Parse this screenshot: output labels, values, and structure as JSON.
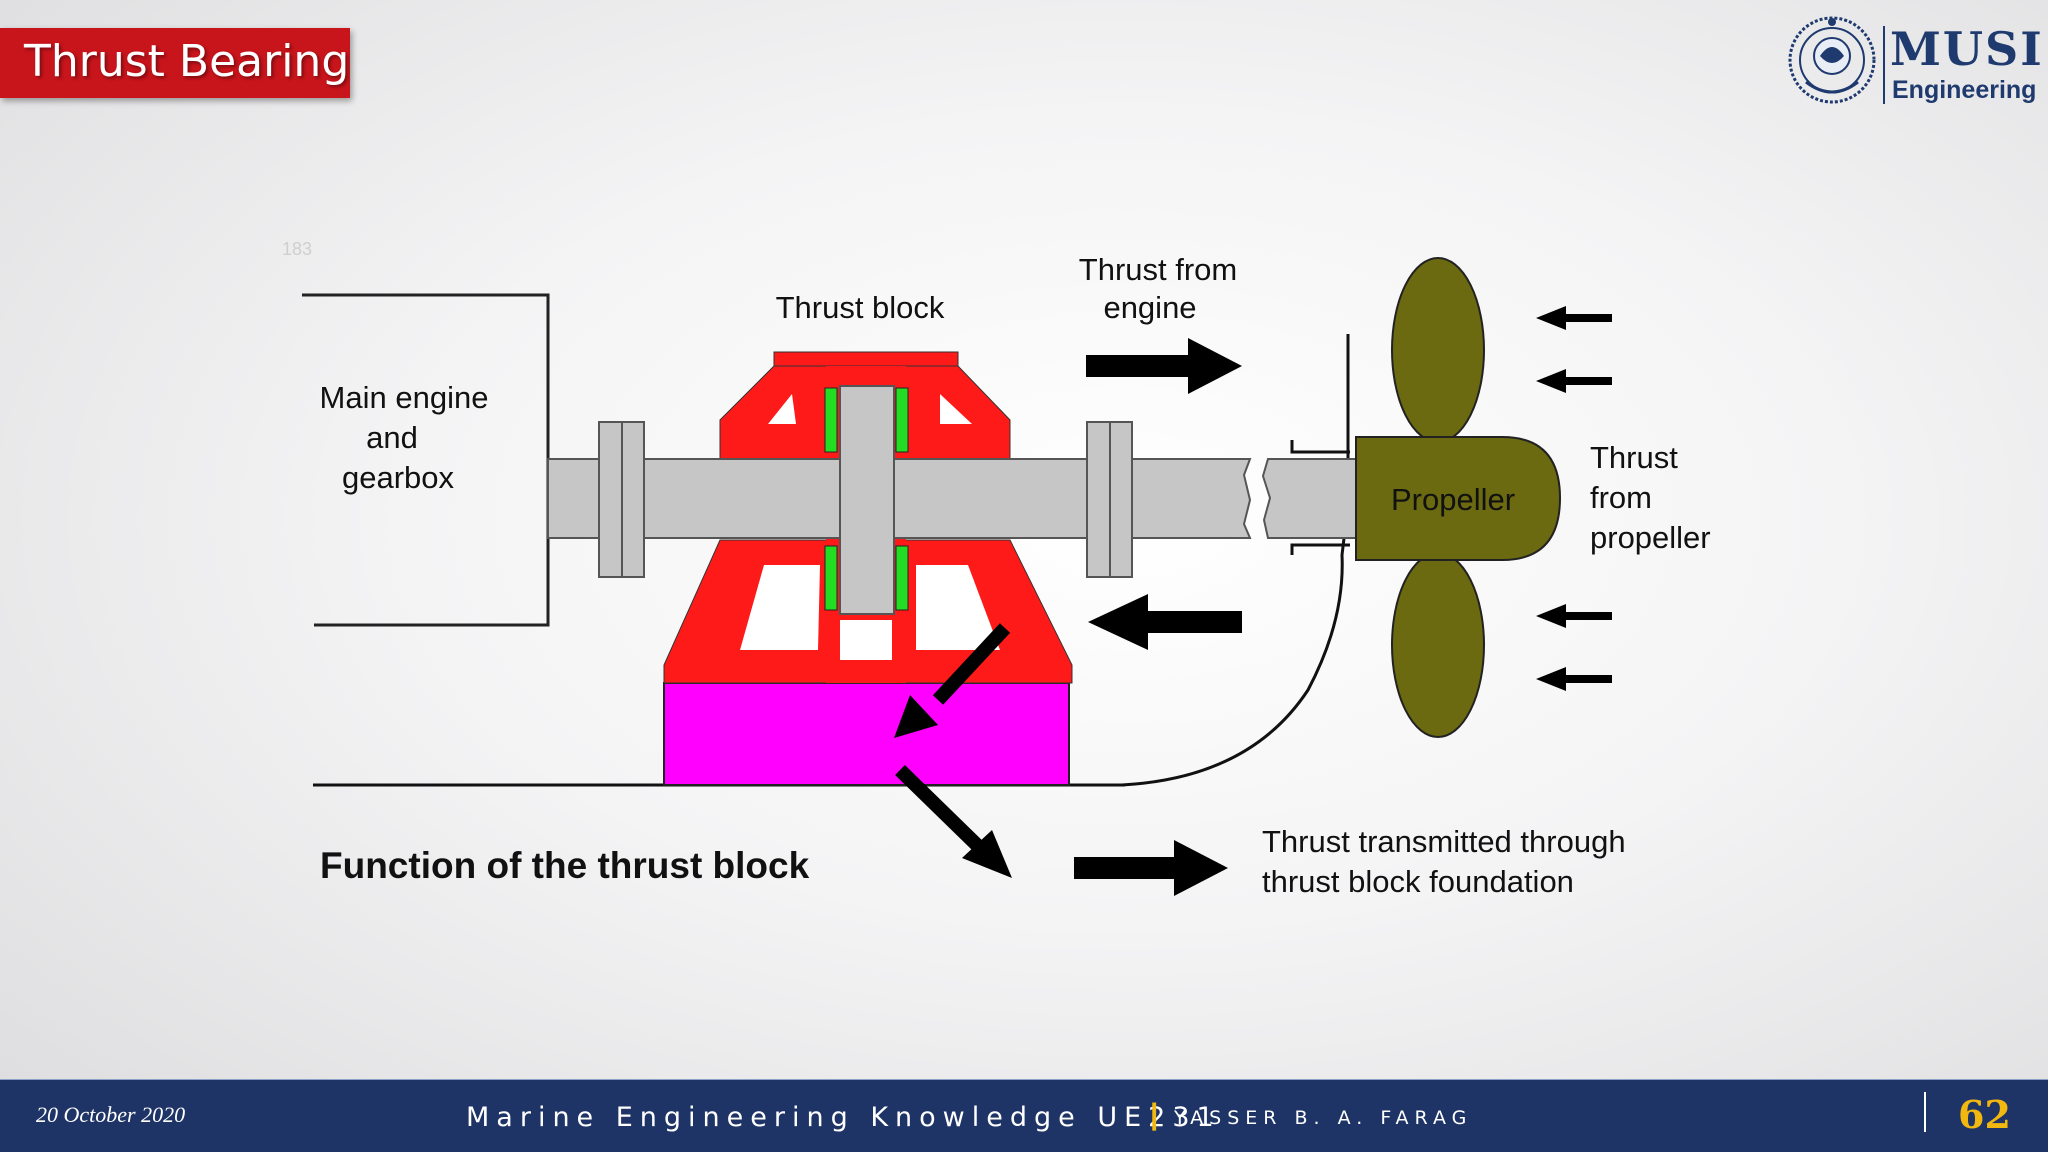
{
  "slide": {
    "title": "Thrust Bearing",
    "logo": {
      "name": "MUSI",
      "subtitle": "Engineering",
      "icon": "university-seal-icon"
    }
  },
  "diagram": {
    "labels": {
      "main_engine": [
        "Main engine",
        "and",
        "gearbox"
      ],
      "thrust_block": "Thrust block",
      "thrust_from_engine": [
        "Thrust from",
        "engine"
      ],
      "propeller": "Propeller",
      "thrust_from_propeller": [
        "Thrust",
        "from",
        "propeller"
      ],
      "function_caption": "Function of the thrust block",
      "thrust_transmitted": [
        "Thrust transmitted through",
        "thrust block foundation"
      ],
      "faint_mark": "183"
    },
    "colors": {
      "thrust_block_frame": "#ff1a1a",
      "foundation": "#ff00ff",
      "propeller": "#6b6a10",
      "shaft": "#c6c6c6",
      "bearing_pads": "#22dd22"
    }
  },
  "footer": {
    "date": "20 October 2020",
    "course": "Marine Engineering Knowledge UE231",
    "separator": "|",
    "author": "YASSER B. A. FARAG",
    "page": "62",
    "accent": "#f2b80f",
    "background": "#1f3466"
  }
}
